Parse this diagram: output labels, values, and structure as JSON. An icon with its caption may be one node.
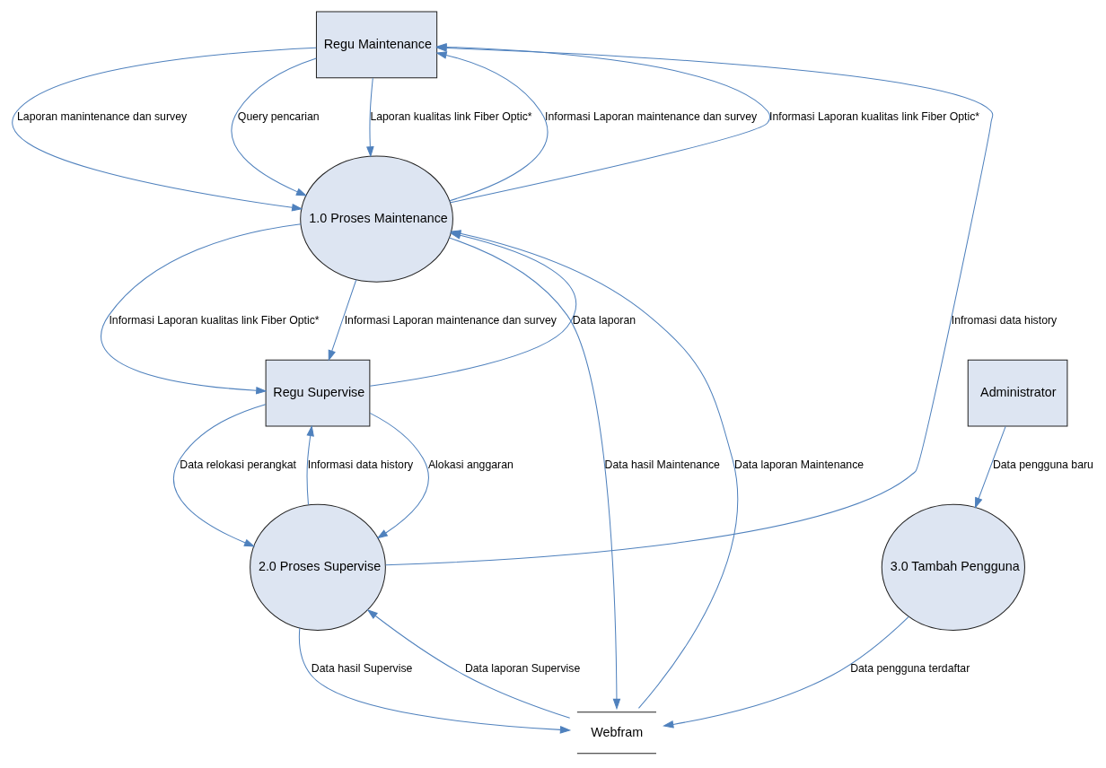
{
  "diagram": {
    "nodes": [
      {
        "text": [
          "Regu Maintenance"
        ]
      },
      {
        "text": [
          "1.0 Proses Maintenance"
        ]
      },
      {
        "text": [
          "2.0 Proses Supervise"
        ]
      },
      {
        "text": [
          "Regu Supervise"
        ]
      },
      {
        "text": [
          "Webfram"
        ]
      },
      {
        "text": [
          "3.0 Tambah Pengguna"
        ]
      },
      {
        "text": [
          "Administrator"
        ]
      }
    ],
    "edges": [
      {
        "from": 2,
        "to": 0,
        "arrow": "to",
        "label": "Infromasi data history"
      },
      {
        "from": 0,
        "to": 1,
        "arrow": "to",
        "label": "Laporan manintenance dan survey"
      },
      {
        "from": 1,
        "to": 3,
        "arrow": "to",
        "label": "Informasi Laporan kualitas link Fiber Optic*"
      },
      {
        "from": 1,
        "to": 3,
        "arrow": "to",
        "label": "Informasi Laporan maintenance dan survey"
      },
      {
        "from": 3,
        "to": 2,
        "arrow": "to",
        "label": "Alokasi anggaran"
      },
      {
        "from": 0,
        "to": 1,
        "arrow": "to",
        "label": "Query pencarian"
      },
      {
        "from": 2,
        "to": 3,
        "arrow": "to",
        "label": "Informasi data history"
      },
      {
        "from": 3,
        "to": 2,
        "arrow": "to",
        "label": "Data relokasi perangkat"
      },
      {
        "from": 0,
        "to": 1,
        "arrow": "to",
        "label": "Laporan kualitas link Fiber Optic*"
      },
      {
        "from": 1,
        "to": 0,
        "arrow": "to",
        "label": "Informasi Laporan maintenance dan survey"
      },
      {
        "from": 1,
        "to": 0,
        "arrow": "to",
        "label": "Informasi Laporan kualitas link Fiber Optic*"
      },
      {
        "from": 3,
        "to": 1,
        "arrow": "to",
        "label": "Data laporan"
      },
      {
        "from": 1,
        "to": 4,
        "arrow": "to",
        "label": "Data hasil Maintenance"
      },
      {
        "from": 2,
        "to": 4,
        "arrow": "to",
        "label": "Data hasil Supervise"
      },
      {
        "from": 4,
        "to": 1,
        "arrow": "to",
        "label": "Data laporan Maintenance"
      },
      {
        "from": 4,
        "to": 2,
        "arrow": "to",
        "label": "Data laporan Supervise"
      },
      {
        "from": 5,
        "to": 4,
        "arrow": "to",
        "label": "Data pengguna terdaftar"
      },
      {
        "from": 6,
        "to": 5,
        "arrow": "to",
        "label": "Data pengguna baru"
      }
    ]
  }
}
